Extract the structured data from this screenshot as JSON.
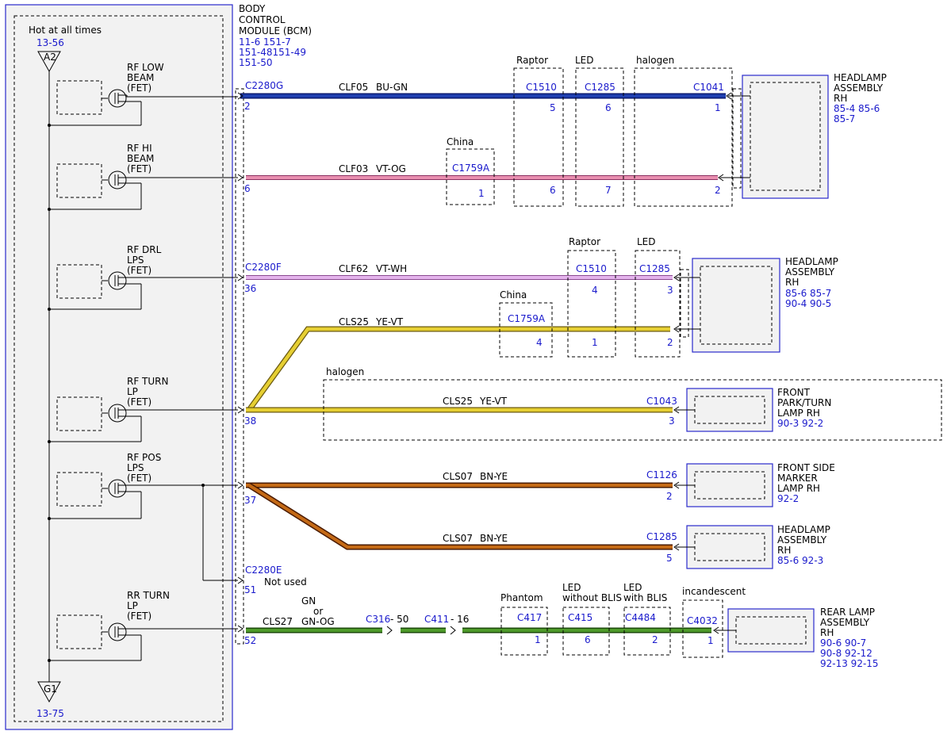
{
  "bcm": {
    "title_lines": [
      "BODY",
      "CONTROL",
      "MODULE (BCM)"
    ],
    "refs": [
      "11-6  151-7",
      "151-48151-49",
      "151-50"
    ]
  },
  "power": {
    "label": "Hot at all times",
    "top_ref": "13-56",
    "top_pin": "A2",
    "bottom_pin": "G1",
    "bottom_ref": "13-75"
  },
  "drivers": [
    {
      "lines": [
        "RF LOW",
        "BEAM",
        "(FET)"
      ]
    },
    {
      "lines": [
        "RF HI",
        "BEAM",
        "(FET)"
      ]
    },
    {
      "lines": [
        "RF DRL",
        "LPS",
        "(FET)"
      ]
    },
    {
      "lines": [
        "RF TURN",
        "LP",
        "(FET)"
      ]
    },
    {
      "lines": [
        "RF POS",
        "LPS",
        "(FET)"
      ]
    },
    {
      "lines": [
        "RR TURN",
        "LP",
        "(FET)"
      ]
    }
  ],
  "connectors": {
    "c2280g": "C2280G",
    "c2280f": "C2280F",
    "c2280e": "C2280E",
    "not_used": "Not used",
    "pins": {
      "p2": "2",
      "p6": "6",
      "p36": "36",
      "p38": "38",
      "p37": "37",
      "p51": "51",
      "p52": "52"
    }
  },
  "wires": {
    "clf05": "CLF05",
    "clf05_color": "BU-GN",
    "clf03": "CLF03",
    "clf03_color": "VT-OG",
    "clf62": "CLF62",
    "clf62_color": "VT-WH",
    "cls25_a": "CLS25",
    "cls25_a_color": "YE-VT",
    "cls25_b": "CLS25",
    "cls25_b_color": "YE-VT",
    "cls07_a": "CLS07",
    "cls07_a_color": "BN-YE",
    "cls07_b": "CLS07",
    "cls07_b_color": "BN-YE",
    "cls27": "CLS27",
    "cls27_color": [
      "GN",
      "or",
      "GN-OG"
    ]
  },
  "variants": {
    "raptor1": "Raptor",
    "led1": "LED",
    "halogen1": "halogen",
    "china1": "China",
    "raptor2": "Raptor",
    "led2": "LED",
    "china2": "China",
    "halogen2": "halogen",
    "phantom": "Phantom",
    "led_nb": [
      "LED",
      "without BLIS"
    ],
    "led_wb": [
      "LED",
      "with BLIS"
    ],
    "incandescent": "incandescent"
  },
  "inline": {
    "c1510_a": "C1510",
    "c1510_a_top": "5",
    "c1510_a_bot": "6",
    "c1285_a": "C1285",
    "c1285_a_top": "6",
    "c1285_a_bot": "7",
    "c1041": "C1041",
    "c1041_p1": "1",
    "c1041_p2": "2",
    "c1759a_a": "C1759A",
    "c1759a_a_pin": "1",
    "c1510_b": "C1510",
    "c1510_b_top": "4",
    "c1510_b_bot": "1",
    "c1285_b": "C1285",
    "c1285_b_p1": "3",
    "c1285_b_p2": "2",
    "c1759a_b": "C1759A",
    "c1759a_b_pin": "4",
    "c1043": "C1043",
    "c1043_pin": "3",
    "c1126": "C1126",
    "c1126_pin": "2",
    "c1285_c": "C1285",
    "c1285_c_pin": "5",
    "c316": "C316",
    "c316_sep": "- 50",
    "c411": "C411",
    "c411_sep": "- 16",
    "c417": "C417",
    "c417_pin": "1",
    "c415": "C415",
    "c415_pin": "6",
    "c4484": "C4484",
    "c4484_pin": "2",
    "c4032": "C4032",
    "c4032_pin": "1"
  },
  "components": [
    {
      "lines": [
        "HEADLAMP",
        "ASSEMBLY",
        "RH"
      ],
      "refs": [
        "85-4   85-6",
        "85-7"
      ]
    },
    {
      "lines": [
        "HEADLAMP",
        "ASSEMBLY",
        "RH"
      ],
      "refs": [
        "85-6   85-7",
        "90-4   90-5"
      ]
    },
    {
      "lines": [
        "FRONT",
        "PARK/TURN",
        "LAMP RH"
      ],
      "refs": [
        "90-3   92-2"
      ]
    },
    {
      "lines": [
        "FRONT SIDE",
        "MARKER",
        "LAMP RH"
      ],
      "refs": [
        "92-2"
      ]
    },
    {
      "lines": [
        "HEADLAMP",
        "ASSEMBLY",
        "RH"
      ],
      "refs": [
        "85-6   92-3"
      ]
    },
    {
      "lines": [
        "REAR LAMP",
        "ASSEMBLY",
        "RH"
      ],
      "refs": [
        "90-6   90-7",
        "90-8   92-12",
        "92-13 92-15"
      ]
    }
  ],
  "colors": {
    "bu_gn": "#1f3fb0",
    "vt_og": "#e98fb0",
    "vt_wh": "#d9a0e0",
    "ye_vt": "#e6cf33",
    "bn_ye": "#9a4a10",
    "gn": "#3c8c1e",
    "ref": "#1a1acc"
  }
}
